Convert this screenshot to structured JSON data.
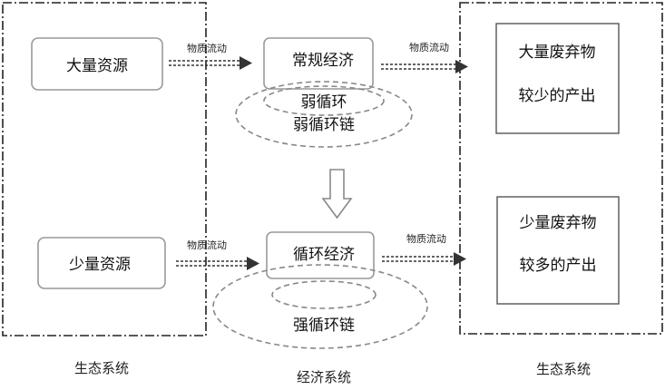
{
  "left_panel": {
    "resource_top": "大量资源",
    "resource_bottom": "少量资源",
    "caption": "生态系统"
  },
  "middle_panel": {
    "economy_top": "常规经济",
    "loop_top_inner": "弱循环",
    "loop_top_outer": "弱循环链",
    "economy_bottom": "循环经济",
    "loop_bottom_outer": "强循环链",
    "caption": "经济系统"
  },
  "right_panel": {
    "output_top_line1": "大量废弃物",
    "output_top_line2": "较少的产出",
    "output_bottom_line1": "少量废弃物",
    "output_bottom_line2": "较多的产出",
    "caption": "生态系统"
  },
  "flows": {
    "top_left": "物质流动",
    "top_right": "物质流动",
    "bottom_left": "物质流动",
    "bottom_right": "物质流动"
  },
  "colors": {
    "box_stroke": "#999999",
    "panel_stroke": "#222222",
    "ellipse_stroke": "#888888",
    "arrow": "#333333"
  }
}
